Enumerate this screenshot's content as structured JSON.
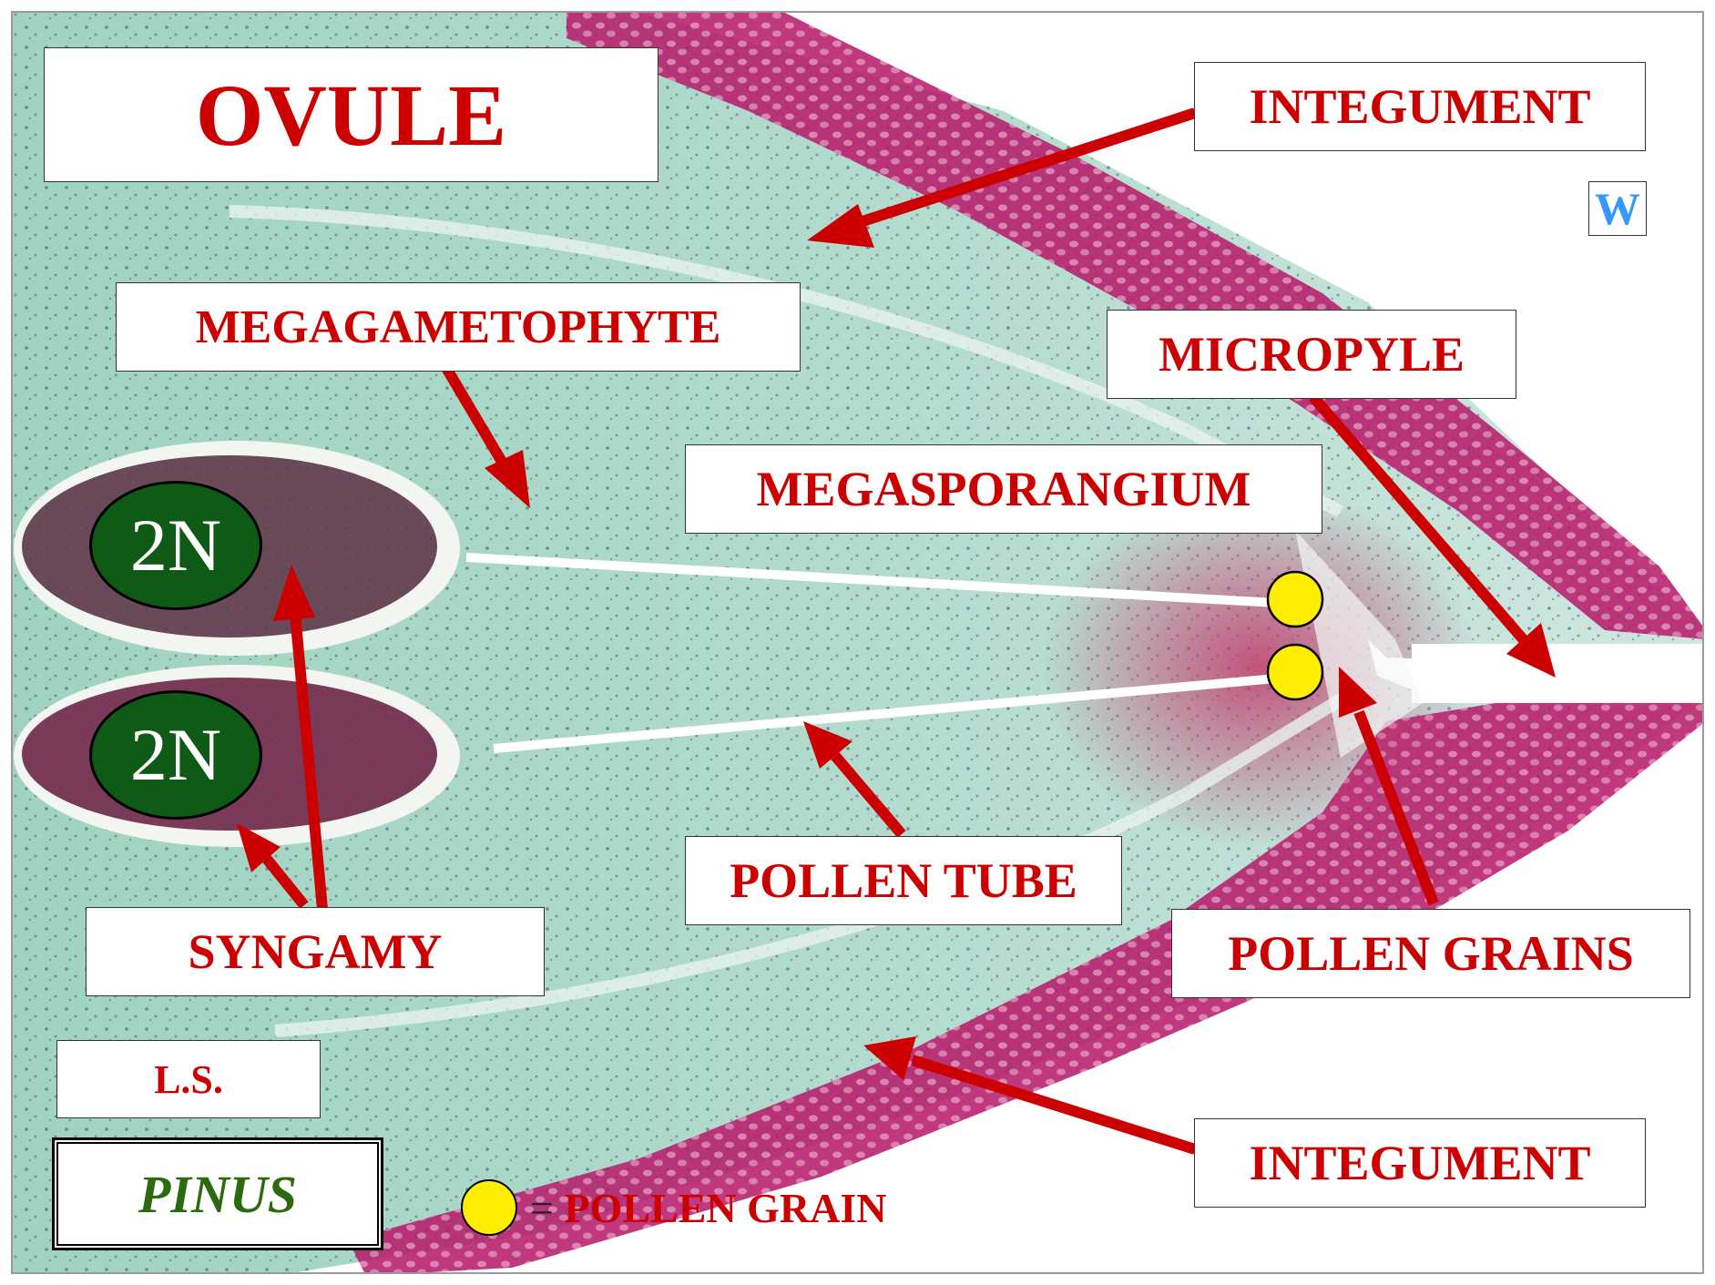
{
  "title": "OVULE",
  "watermark": "W",
  "labels": {
    "integument_top": "INTEGUMENT",
    "megagametophyte": "MEGAGAMETOPHYTE",
    "micropyle": "MICROPYLE",
    "megasporangium": "MEGASPORANGIUM",
    "pollen_tube": "POLLEN TUBE",
    "pollen_grains": "POLLEN GRAINS",
    "syngamy": "SYNGAMY",
    "integument_bottom": "INTEGUMENT",
    "section": "L.S.",
    "genus": "PINUS"
  },
  "ploidy": [
    "2N",
    "2N"
  ],
  "legend": {
    "symbol": "yellow-dot",
    "equals": "=",
    "text": "POLLEN GRAIN"
  },
  "colors": {
    "label_text": "#cc0000",
    "arrow": "#cc0000",
    "ploidy_fill": "#0f5a14",
    "pollen_grain": "#ffee00",
    "genus_text": "#2d6a0f",
    "watermark": "#3399ff",
    "tissue_green": "#a8d8c8",
    "integument_magenta": "#b01a6a"
  }
}
